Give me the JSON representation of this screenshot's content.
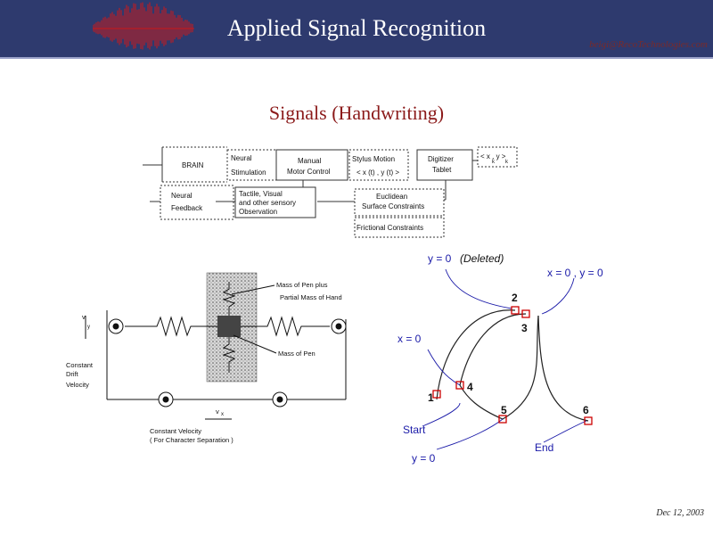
{
  "header": {
    "title": "Applied Signal Recognition",
    "email": "beigi@RecoTechnologies.com",
    "logo_icon": "waveform-icon"
  },
  "slide": {
    "title": "Signals (Handwriting)"
  },
  "block_diagram": {
    "brain": "BRAIN",
    "neural": "Neural",
    "stimulation": "Stimulation",
    "manual": "Manual",
    "motor_control": "Motor Control",
    "stylus_motion": "Stylus  Motion",
    "xt_yt": "< x (t) , y (t) >",
    "digitizer": "Digitizer",
    "tablet": "Tablet",
    "xk_yk": "< x  , y  >",
    "sub_k1": "k",
    "sub_k2": "k",
    "neural2": "Neural",
    "feedback": "Feedback",
    "tactile1": "Tactile, Visual",
    "tactile2": "and other sensory",
    "tactile3": "Observation",
    "euclidean": "Euclidean",
    "surface": "Surface Constraints",
    "frictional": "Frictional Constraints"
  },
  "mechanical_model": {
    "mass_pen_plus": "Mass of Pen plus",
    "partial_mass": "Partial Mass of Hand",
    "mass_pen": "Mass of Pen",
    "vy": "v",
    "vy_sub": "y",
    "constant": "Constant",
    "drift": "Drift",
    "velocity": "Velocity",
    "vx": "v",
    "vx_sub": "x",
    "constant_velocity": "Constant Velocity",
    "char_sep": "( For Character Separation )"
  },
  "stroke_diagram": {
    "ydot0_deleted": "y = 0",
    "deleted": "(Deleted)",
    "xdot0_ydot0": "x = 0 , y = 0",
    "xdot0": "x = 0",
    "ydot0_bottom": "y = 0",
    "start": "Start",
    "end": "End",
    "points": [
      "1",
      "2",
      "3",
      "4",
      "5",
      "6"
    ],
    "marker_color": "#cc0000",
    "label_color": "#1a1aa8"
  },
  "footer": {
    "date": "Dec 12, 2003"
  }
}
